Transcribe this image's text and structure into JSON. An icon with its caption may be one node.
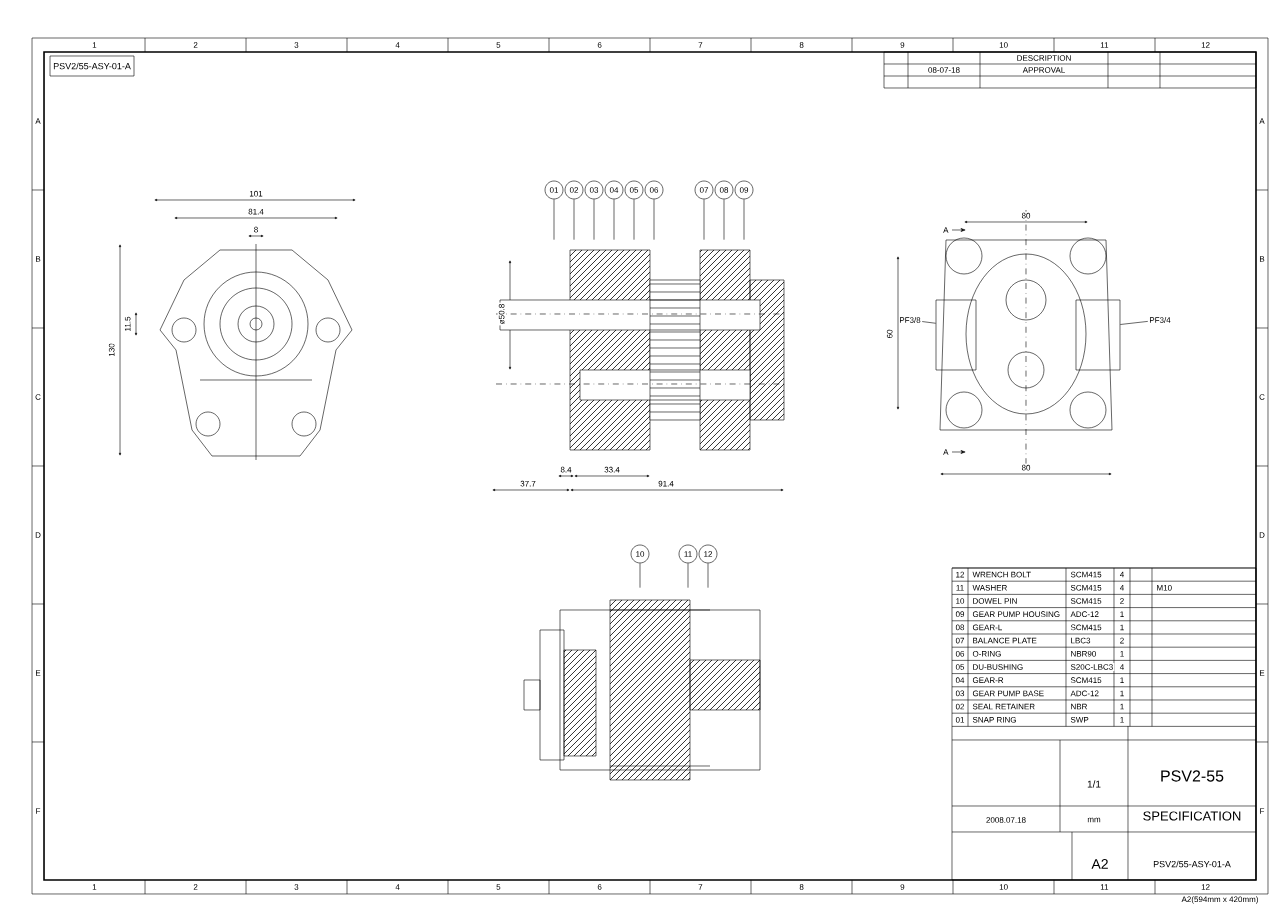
{
  "diagram": {
    "nodes": [
      {
        "text": [
          "01"
        ]
      },
      {
        "text": [
          "02"
        ]
      },
      {
        "text": [
          "03"
        ]
      },
      {
        "text": [
          "04"
        ]
      },
      {
        "text": [
          "05"
        ]
      },
      {
        "text": [
          "06"
        ]
      },
      {
        "text": [
          "07"
        ]
      },
      {
        "text": [
          "08"
        ]
      },
      {
        "text": [
          "09"
        ]
      },
      {
        "text": [
          "10"
        ]
      },
      {
        "text": [
          "11"
        ]
      },
      {
        "text": [
          "12"
        ]
      },
      {
        "text": [
          "PF3/8"
        ]
      },
      {
        "text": [
          "PF3/4"
        ]
      },
      {
        "text": [],
        "shape": "picture"
      },
      {
        "text": [],
        "shape": "picture"
      },
      {
        "text": [],
        "shape": "picture"
      }
    ],
    "edges": [
      {
        "from": 0,
        "to": 14,
        "arrow": "none"
      },
      {
        "from": 1,
        "to": 14,
        "arrow": "none"
      },
      {
        "from": 2,
        "to": 14,
        "arrow": "none"
      },
      {
        "from": 3,
        "to": 14,
        "arrow": "none"
      },
      {
        "from": 4,
        "to": 14,
        "arrow": "none"
      },
      {
        "from": 5,
        "to": 14,
        "arrow": "none"
      },
      {
        "from": 6,
        "to": 14,
        "arrow": "none"
      },
      {
        "from": 7,
        "to": 14,
        "arrow": "none"
      },
      {
        "from": 8,
        "to": 14,
        "arrow": "none"
      },
      {
        "from": 9,
        "to": 15,
        "arrow": "none"
      },
      {
        "from": 10,
        "to": 15,
        "arrow": "none"
      },
      {
        "from": 11,
        "to": 15,
        "arrow": "none"
      },
      {
        "from": 12,
        "to": 16,
        "arrow": "none"
      },
      {
        "from": 13,
        "to": 16,
        "arrow": "none"
      }
    ],
    "labels": [
      "1",
      "2",
      "3",
      "4",
      "5",
      "6",
      "7",
      "8",
      "9",
      "10",
      "11",
      "12",
      "1",
      "2",
      "3",
      "4",
      "5",
      "6",
      "7",
      "8",
      "9",
      "10",
      "11",
      "12",
      "A",
      "B",
      "C",
      "D",
      "E",
      "F",
      "A",
      "B",
      "C",
      "D",
      "E",
      "F",
      "PSV2/55-ASY-01-A",
      "DESCRIPTION",
      "08-07-18",
      "APPROVAL",
      "101",
      "81.4",
      "8",
      "11.5",
      "130",
      "ø50.8",
      "8.4",
      "33.4",
      "37.7",
      "91.4",
      "80",
      "A",
      "60",
      "A",
      "80",
      "12",
      "WRENCH BOLT",
      "SCM415",
      "4",
      "11",
      "WASHER",
      "SCM415",
      "4",
      "10",
      "DOWEL PIN",
      "SCM415",
      "2",
      "09",
      "GEAR PUMP HOUSING",
      "ADC-12",
      "1",
      "08",
      "GEAR-L",
      "SCM415",
      "1",
      "07",
      "BALANCE PLATE",
      "LBC3",
      "2",
      "06",
      "O-RING",
      "NBR90",
      "1",
      "05",
      "DU-BUSHING",
      "S20C-LBC3",
      "4",
      "04",
      "GEAR-R",
      "SCM415",
      "1",
      "03",
      "GEAR PUMP BASE",
      "ADC-12",
      "1",
      "02",
      "SEAL RETAINER",
      "NBR",
      "1",
      "01",
      "SNAP RING",
      "SWP",
      "1",
      "M10",
      "PSV2-55",
      "SPECIFICATION",
      "1/1",
      "2008.07.18",
      "mm",
      "A2",
      "PSV2/55-ASY-01-A",
      "A2(594mm x 420mm)"
    ]
  }
}
